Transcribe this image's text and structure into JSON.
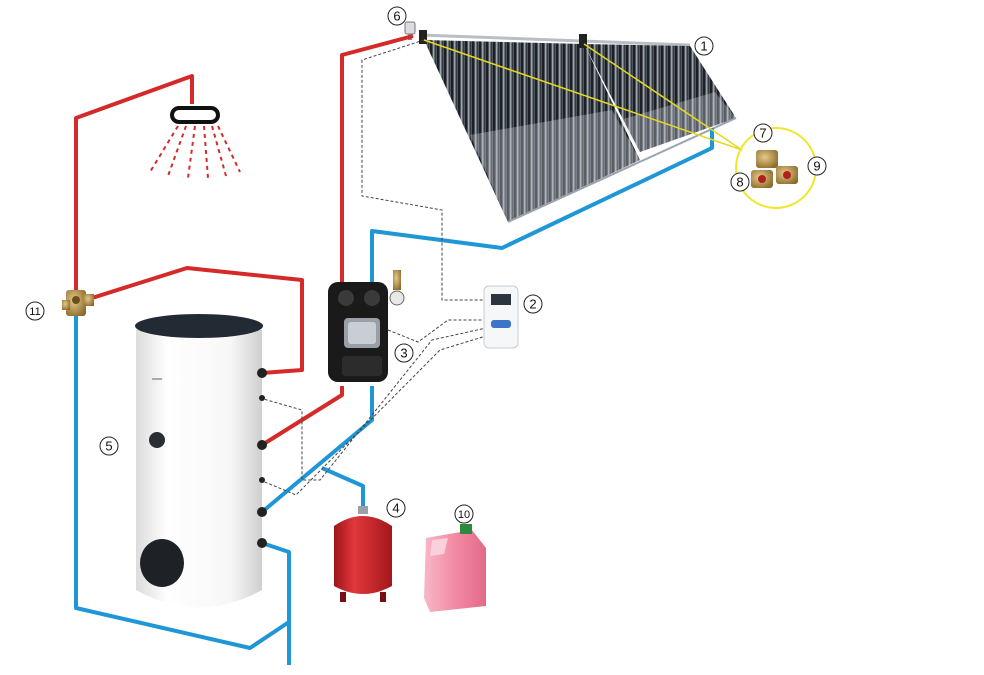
{
  "colors": {
    "hot_pipe": "#d42a2a",
    "cold_pipe": "#1f97d6",
    "signal_wire": "#444444",
    "glycol_link": "#f2e62a",
    "tank_body": "#f4f4f4",
    "tank_lid": "#222a33",
    "vessel": "#d01f25",
    "canister": "#f49ab0",
    "collector_tube": "#1c1f24",
    "pump_station": "#1a1a1a"
  },
  "callouts": {
    "c1": "1",
    "c2": "2",
    "c3": "3",
    "c4": "4",
    "c5": "5",
    "c6": "6",
    "c7": "7",
    "c8": "8",
    "c9": "9",
    "c10": "10",
    "c11": "11"
  },
  "icons": {
    "collector": "evacuated-tube-collector-icon",
    "controller": "solar-controller-icon",
    "pump_station": "pump-station-icon",
    "expansion_vessel": "expansion-vessel-icon",
    "tank": "storage-tank-icon",
    "air_vent": "air-vent-icon",
    "fittings": "fittings-icon",
    "canister": "antifreeze-canister-icon",
    "mixing_valve": "mixing-valve-icon",
    "shower": "shower-head-icon"
  }
}
